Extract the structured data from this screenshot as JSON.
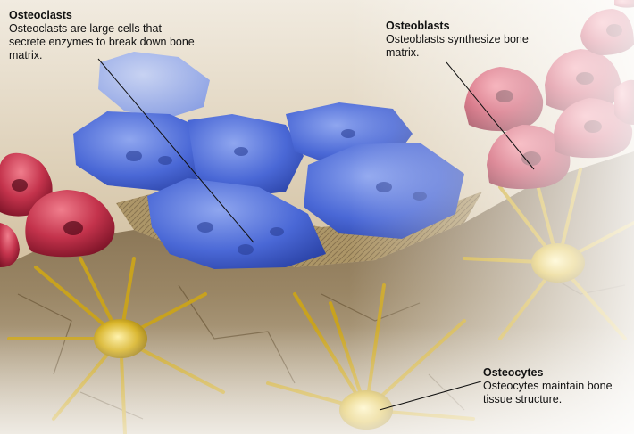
{
  "labels": {
    "osteoclasts": {
      "title": "Osteoclasts",
      "body": "Osteoclasts are large cells that secrete enzymes to break down bone matrix."
    },
    "osteoblasts": {
      "title": "Osteoblasts",
      "body": "Osteoblasts synthesize bone matrix."
    },
    "osteocytes": {
      "title": "Osteocytes",
      "body": "Osteocytes maintain bone tissue structure."
    }
  },
  "colors": {
    "bone_surface": "#d9cbb0",
    "bone_cut": "#8a7656",
    "osteoclast": "#3f5fd0",
    "osteoblast": "#b3273e",
    "osteocyte": "#d8b72a"
  }
}
